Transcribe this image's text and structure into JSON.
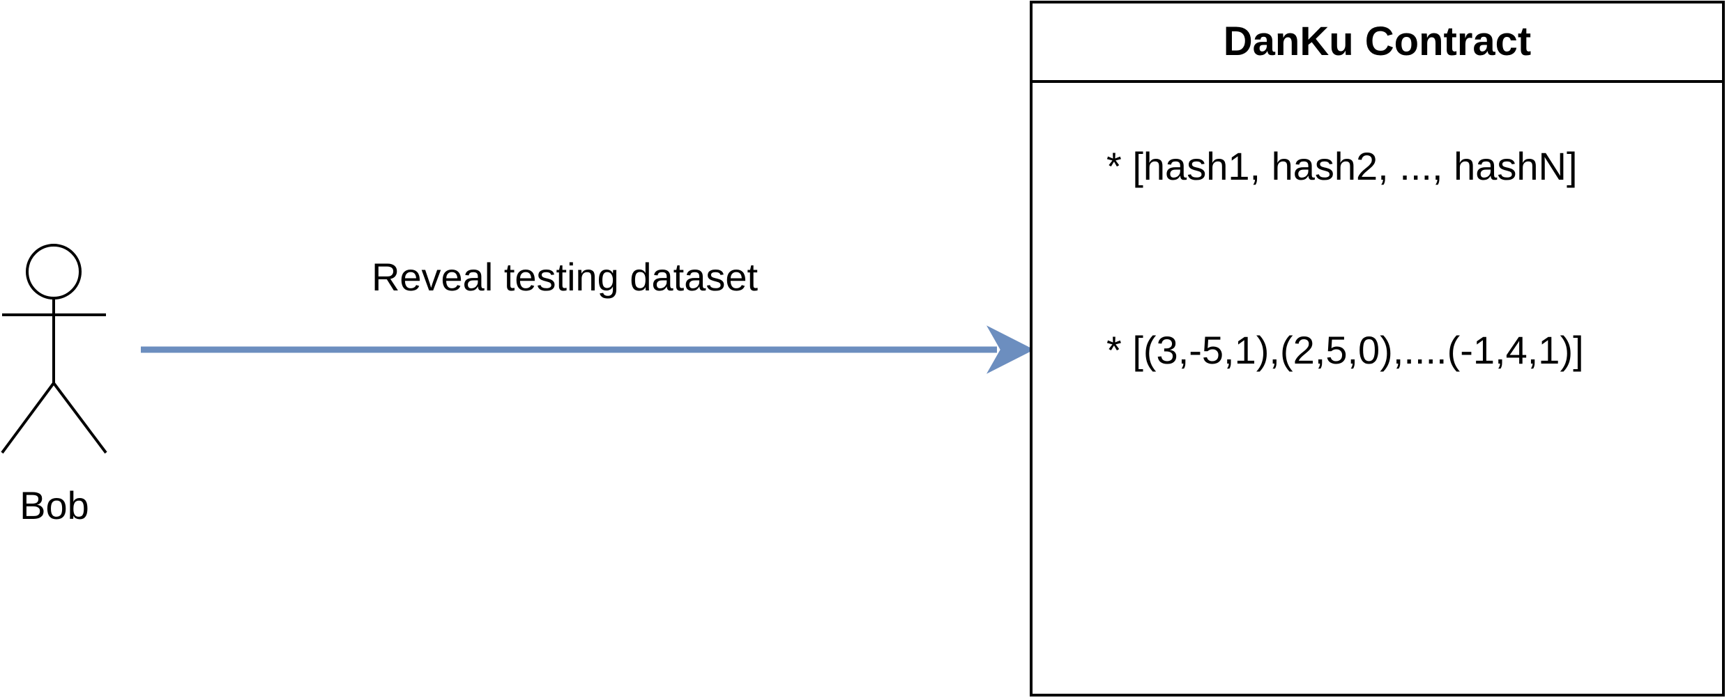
{
  "actor": {
    "name": "Bob"
  },
  "edge": {
    "label": "Reveal testing dataset",
    "color": "#6c8ebf"
  },
  "contract": {
    "title": "DanKu Contract",
    "items": [
      "* [hash1, hash2, ..., hashN]",
      "* [(3,-5,1),(2,5,0),....(-1,4,1)]"
    ]
  }
}
